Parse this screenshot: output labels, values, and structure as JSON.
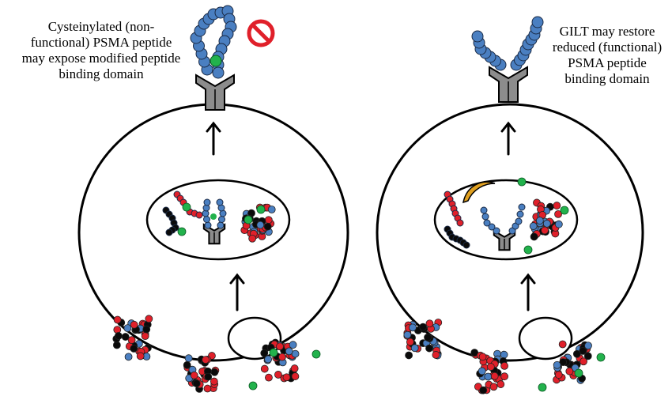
{
  "captions": {
    "left": [
      "Cysteinylated (non-",
      "functional) PSMA  peptide",
      "may expose modified peptide",
      "binding domain"
    ],
    "right": [
      "GILT may restore",
      "reduced (functional)",
      "PSMA peptide",
      "binding domain"
    ]
  },
  "colors": {
    "outline": "#000000",
    "receptor_gray": "#8c8c8c",
    "peptide_blue": "#4a7fc1",
    "protein_red": "#e0202a",
    "protein_black": "#0a0a0a",
    "marker_green": "#22b24c",
    "prohibition_red": "#e0202a",
    "gilt_gold": "#e0a020"
  },
  "icons": [
    "prohibition-icon",
    "gilt-enzyme-icon",
    "psma-receptor-icon",
    "arrow-up-icon"
  ]
}
